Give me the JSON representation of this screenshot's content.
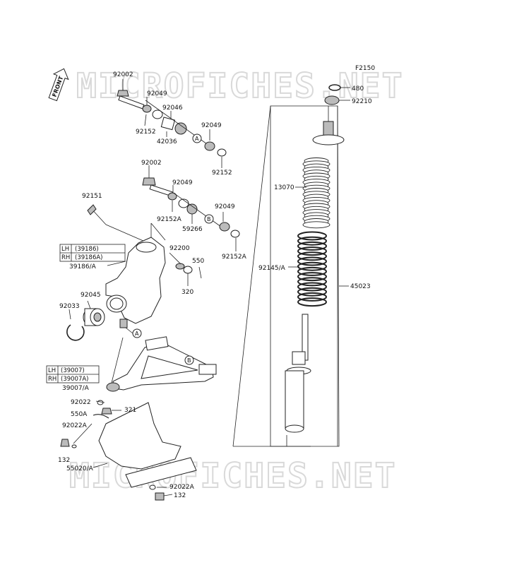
{
  "figure_code": "F2150",
  "watermark": "MICROFICHES.NET",
  "front_label": "FRONT",
  "circle_a": "A",
  "circle_b": "B",
  "labels": {
    "p92002_top": "92002",
    "p92049_a": "92049",
    "p92046": "92046",
    "p92152_a": "92152",
    "p42036": "42036",
    "p92049_b": "92049",
    "p92152_b": "92152",
    "p92002_mid": "92002",
    "p92049_c": "92049",
    "p92152A_a": "92152A",
    "p59266": "59266",
    "p92049_d": "92049",
    "p92152A_b": "92152A",
    "p92151": "92151",
    "p92200": "92200",
    "p550": "550",
    "p320": "320",
    "p39186A": "39186/A",
    "p92045": "92045",
    "p92033": "92033",
    "p39007A": "39007/A",
    "p92022": "92022",
    "p321": "321",
    "p550A": "550A",
    "p92022A_a": "92022A",
    "p132_a": "132",
    "p55020A": "55020/A",
    "p92022A_b": "92022A",
    "p132_b": "132",
    "p480": "480",
    "p92210": "92210",
    "p13070": "13070",
    "p92145A": "92145/A",
    "p45023": "45023"
  },
  "knuckle_box": {
    "lh": "LH",
    "lh_num": "(39186)",
    "rh": "RH",
    "rh_num": "(39186A)"
  },
  "arm_box": {
    "lh": "LH",
    "lh_num": "(39007)",
    "rh": "RH",
    "rh_num": "(39007A)"
  }
}
